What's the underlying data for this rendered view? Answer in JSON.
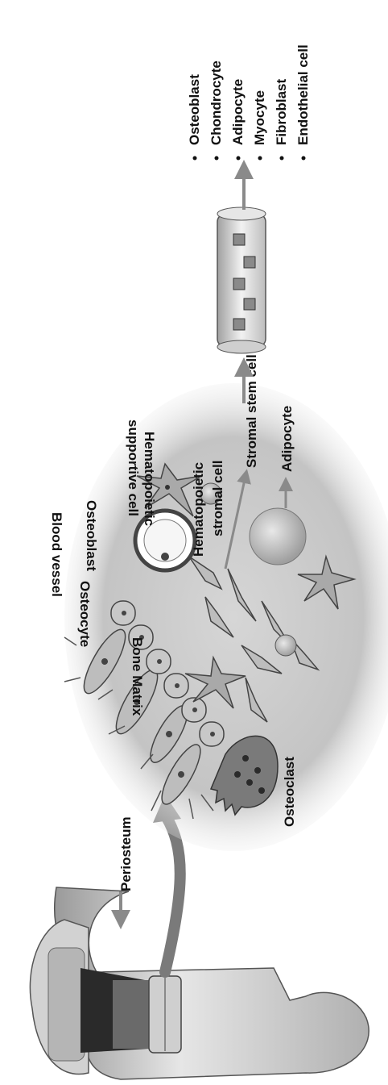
{
  "labels": {
    "periosteum": "Periosteum",
    "bone_matrix": "Bone Matrix",
    "osteocyte": "Osteocyte",
    "osteoblast": "Osteoblast",
    "blood_vessel": "Blood vessel",
    "hematopoietic_supportive_cell": "Hematopoietic supportive cell",
    "hematopoietic_supportive_cell_line1": "Hematopoietic",
    "hematopoietic_supportive_cell_line2": "supportive cell",
    "hematopoietic_stromal_cell_line1": "Hematopoietic",
    "hematopoietic_stromal_cell_line2": "stromal cell",
    "stromal_stem_cell": "Stromal stem cell",
    "adipocyte": "Adipocyte",
    "osteoclast": "Osteoclast"
  },
  "derived_cell_types": [
    "Osteoblast",
    "Chondrocyte",
    "Adipocyte",
    "Myocyte",
    "Fibroblast",
    "Endothelial cell"
  ],
  "colors": {
    "tissue": "#c9c9c9",
    "bone": "#dcdcdc",
    "arrow": "#8a8a8a",
    "cell": "#bdbdbd"
  }
}
